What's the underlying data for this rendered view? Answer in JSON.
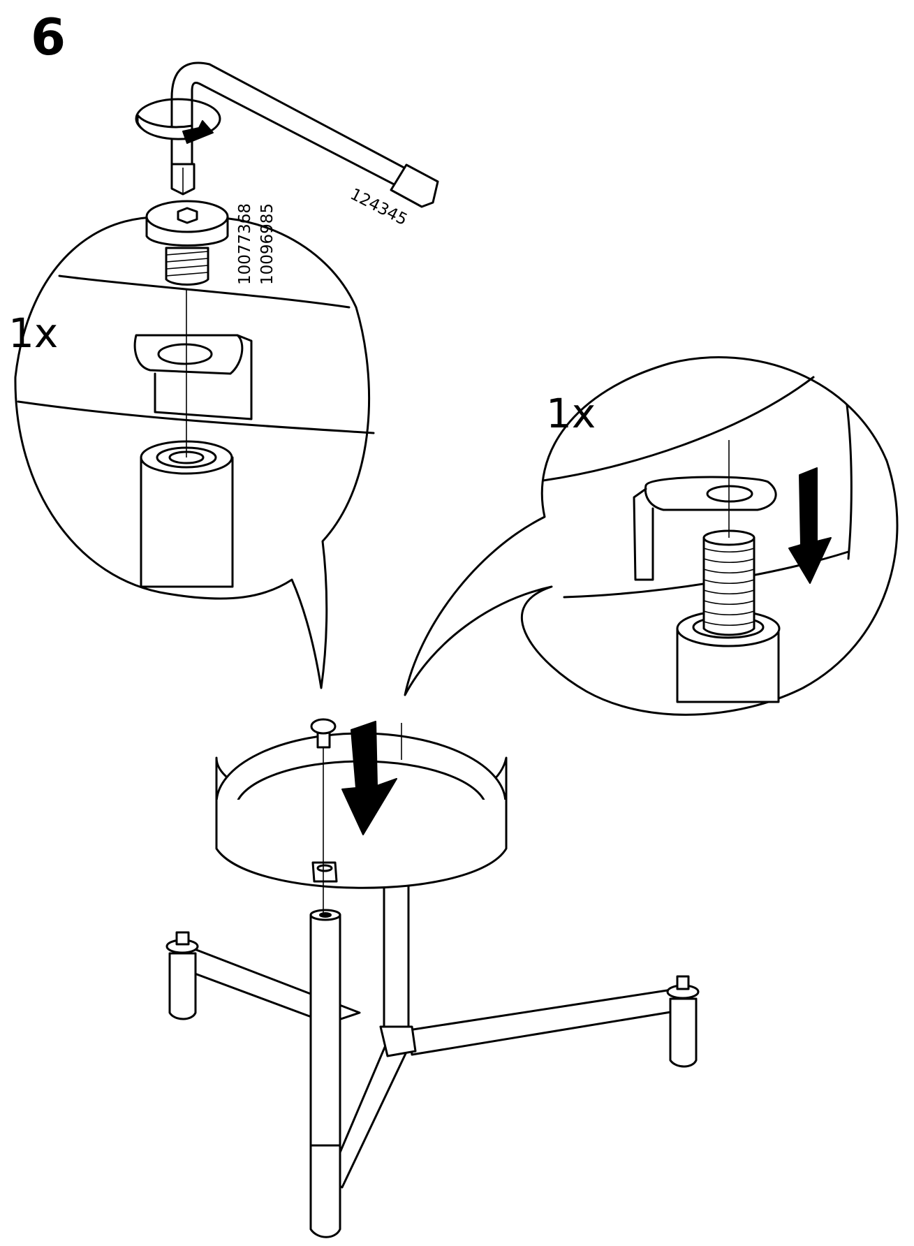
{
  "step": {
    "number": "6"
  },
  "callouts": {
    "left": {
      "quantity": "1x"
    },
    "right": {
      "quantity": "1x"
    }
  },
  "parts": {
    "hex_key_code": "124345",
    "screw_code_a": "10077368",
    "screw_code_b": "10096985"
  },
  "colors": {
    "ink": "#000000",
    "paper": "#ffffff"
  },
  "icons": [
    "allen-key-icon",
    "rotate-arrow-icon",
    "down-arrow-icon",
    "screw-icon"
  ]
}
